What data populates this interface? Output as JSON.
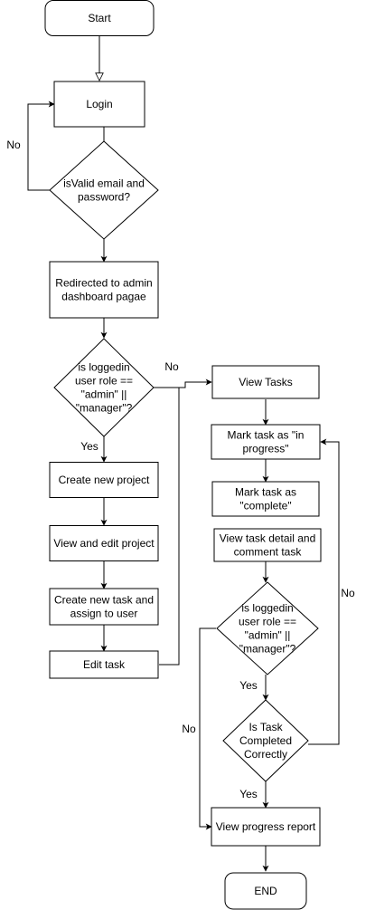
{
  "colors": {
    "stroke": "#000000",
    "fill": "#ffffff",
    "text": "#000000"
  },
  "nodes": {
    "start": {
      "lines": [
        "Start"
      ],
      "shape": "rounded"
    },
    "login": {
      "lines": [
        "Login"
      ],
      "shape": "rect"
    },
    "valid": {
      "lines": [
        "isValid email and",
        "password?"
      ],
      "shape": "diamond"
    },
    "redirect": {
      "lines": [
        "Redirected to admin",
        "dashboard pagae"
      ],
      "shape": "rect"
    },
    "role1": {
      "lines": [
        "is loggedin",
        "user role ==",
        "\"admin\" ||",
        "\"manager\"?"
      ],
      "shape": "diamond"
    },
    "create_project": {
      "lines": [
        "Create new project"
      ],
      "shape": "rect"
    },
    "view_edit_project": {
      "lines": [
        "View and edit project"
      ],
      "shape": "rect"
    },
    "create_task": {
      "lines": [
        "Create new task and",
        "assign to user"
      ],
      "shape": "rect"
    },
    "edit_task": {
      "lines": [
        "Edit task"
      ],
      "shape": "rect"
    },
    "view_tasks": {
      "lines": [
        "View Tasks"
      ],
      "shape": "rect"
    },
    "mark_in_progress": {
      "lines": [
        "Mark task as \"in",
        "progress\""
      ],
      "shape": "rect"
    },
    "mark_complete": {
      "lines": [
        "Mark task as",
        "\"complete\""
      ],
      "shape": "rect"
    },
    "view_detail": {
      "lines": [
        "View task detail and",
        "comment task"
      ],
      "shape": "rect"
    },
    "role2": {
      "lines": [
        "is loggedin",
        "user role ==",
        "\"admin\" ||",
        "\"manager\"?"
      ],
      "shape": "diamond"
    },
    "completed": {
      "lines": [
        "Is Task",
        "Completed",
        "Correctly"
      ],
      "shape": "diamond"
    },
    "report": {
      "lines": [
        "View progress report"
      ],
      "shape": "rect"
    },
    "end": {
      "lines": [
        "END"
      ],
      "shape": "rounded"
    }
  },
  "edge_labels": {
    "valid_no": "No",
    "role1_no": "No",
    "role1_yes": "Yes",
    "role2_yes": "Yes",
    "role2_no": "No",
    "completed_no": "No",
    "completed_yes": "Yes"
  }
}
